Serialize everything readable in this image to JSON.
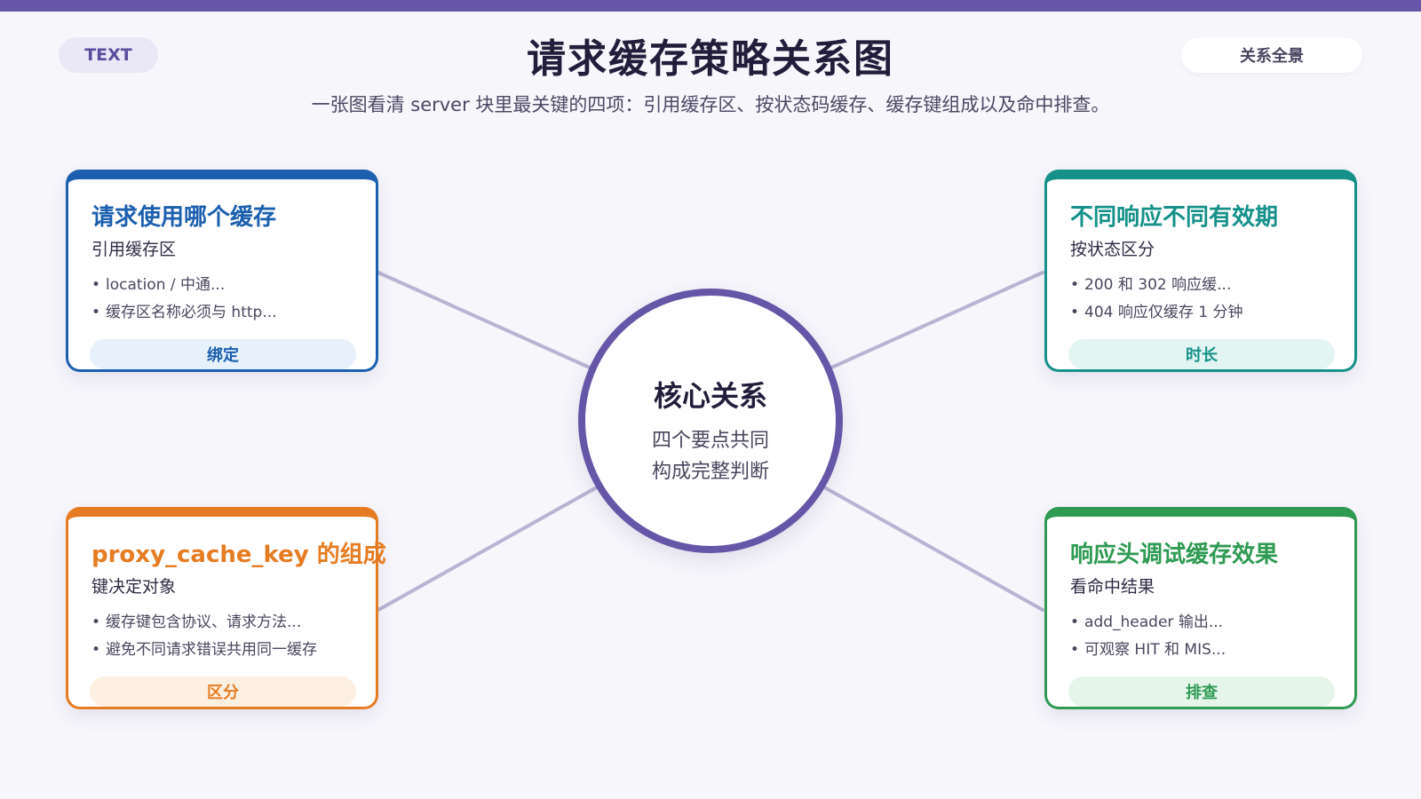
{
  "header": {
    "badge_left": "TEXT",
    "title": "请求缓存策略关系图",
    "badge_right": "关系全景",
    "subtitle": "一张图看清 server 块里最关键的四项：引用缓存区、按状态码缓存、缓存键组成以及命中排查。"
  },
  "center": {
    "title": "核心关系",
    "line1": "四个要点共同",
    "line2": "构成完整判断"
  },
  "cards": [
    {
      "title": "请求使用哪个缓存",
      "subtitle": "引用缓存区",
      "bullets": [
        "location / 中通...",
        "缓存区名称必须与 http..."
      ],
      "tag": "绑定",
      "color": "#1b5fae",
      "tag_bg": "#e6f1fc"
    },
    {
      "title": "不同响应不同有效期",
      "subtitle": "按状态区分",
      "bullets": [
        "200 和 302 响应缓...",
        "404 响应仅缓存 1 分钟"
      ],
      "tag": "时长",
      "color": "#15918a",
      "tag_bg": "#e3f5f2"
    },
    {
      "title": "proxy_cache_key 的组成",
      "subtitle": "键决定对象",
      "bullets": [
        "缓存键包含协议、请求方法...",
        "避免不同请求错误共用同一缓存"
      ],
      "tag": "区分",
      "color": "#e67c22",
      "tag_bg": "#fdf0e2"
    },
    {
      "title": "响应头调试缓存效果",
      "subtitle": "看命中结果",
      "bullets": [
        "add_header 输出...",
        "可观察 HIT 和 MIS..."
      ],
      "tag": "排查",
      "color": "#2e9a52",
      "tag_bg": "#e5f5ea"
    }
  ],
  "colors": {
    "accent": "#6656a8",
    "connector": "#b9b4d3"
  }
}
